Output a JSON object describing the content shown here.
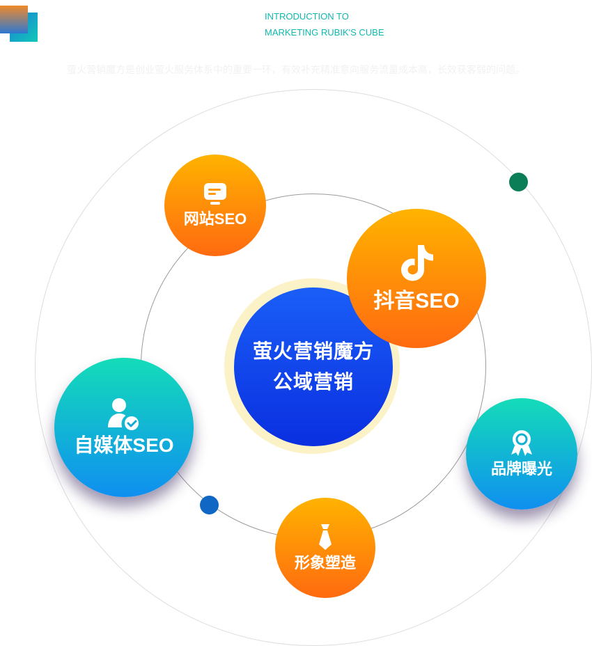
{
  "header": {
    "intro_line1": "INTRODUCTION TO",
    "intro_line2": "MARKETING RUBIK'S CUBE",
    "description": "萤火营销魔方是创业萤火服务体系中的重要一环，有效补充精准意向服务流量成本高，长效获客弱的问题。"
  },
  "center": {
    "line1": "萤火营销魔方",
    "line2": "公域营销"
  },
  "nodes": {
    "website_seo": {
      "label": "网站SEO",
      "icon": "monitor-icon"
    },
    "douyin_seo": {
      "label": "抖音SEO",
      "icon": "tiktok-icon"
    },
    "media_seo": {
      "label": "自媒体SEO",
      "icon": "user-check-icon"
    },
    "brand": {
      "label": "品牌曝光",
      "icon": "award-icon"
    },
    "image": {
      "label": "形象塑造",
      "icon": "tie-icon"
    }
  },
  "colors": {
    "accent_text": "#11b8ad",
    "orange_top": "#ffb300",
    "orange_bottom": "#ff6a10",
    "teal_top": "#14dcb8",
    "teal_bottom": "#0f8ff0",
    "center_blue": "#1a5ef7",
    "dot_green": "#0b7e57",
    "dot_blue": "#1167c4"
  }
}
